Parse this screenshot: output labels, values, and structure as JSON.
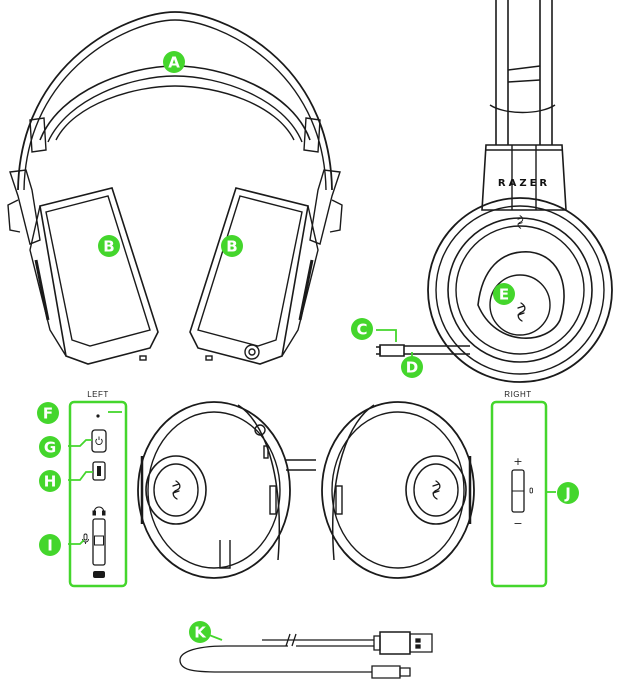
{
  "brand_text": "RAZER",
  "panel_left_label": "LEFT",
  "panel_right_label": "RIGHT",
  "volume_plus": "+",
  "volume_minus": "−",
  "accent_color": "#44d62c",
  "line_color": "#1a1a1a",
  "callouts": [
    {
      "id": "A",
      "letter": "A"
    },
    {
      "id": "B1",
      "letter": "B"
    },
    {
      "id": "B2",
      "letter": "B"
    },
    {
      "id": "C",
      "letter": "C"
    },
    {
      "id": "D",
      "letter": "D"
    },
    {
      "id": "E",
      "letter": "E"
    },
    {
      "id": "F",
      "letter": "F"
    },
    {
      "id": "G",
      "letter": "G"
    },
    {
      "id": "H",
      "letter": "H"
    },
    {
      "id": "I",
      "letter": "I"
    },
    {
      "id": "J",
      "letter": "J"
    },
    {
      "id": "K",
      "letter": "K"
    }
  ],
  "icons": [
    "razer-snake-logo-icon",
    "headphone-icon",
    "microphone-icon",
    "usb-plug-icon",
    "power-icon"
  ]
}
